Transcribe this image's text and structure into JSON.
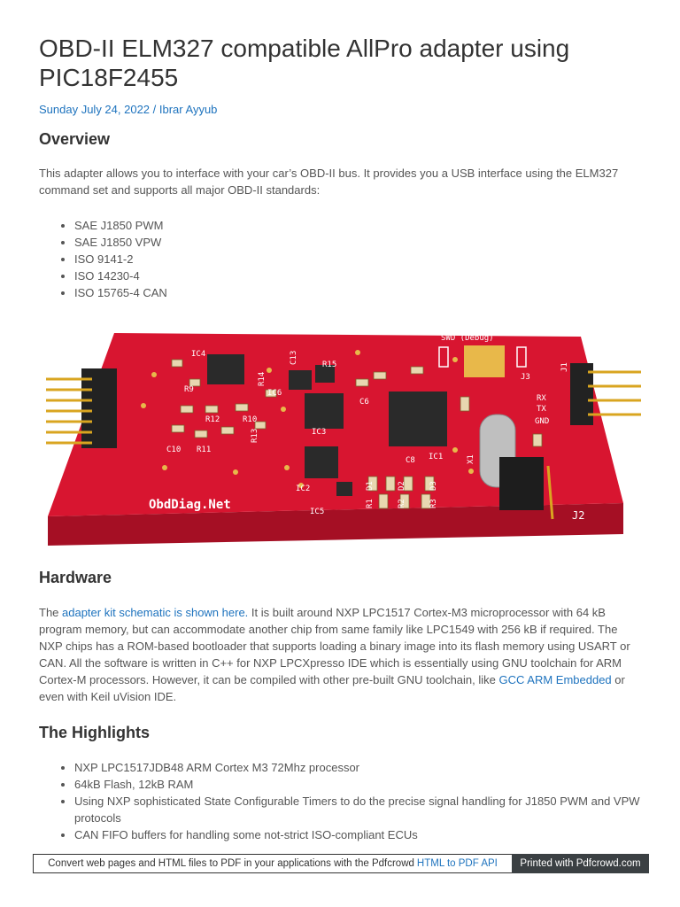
{
  "article": {
    "title": "OBD-II ELM327 compatible AllPro adapter using PIC18F2455",
    "date": "Sunday July 24, 2022",
    "separator": " / ",
    "author": "Ibrar Ayyub"
  },
  "overview": {
    "heading": "Overview",
    "paragraph": "This adapter allows you to interface with your car’s OBD-II bus. It provides you a USB interface using the ELM327 command set and supports all major OBD-II standards:",
    "standards": [
      "SAE J1850 PWM",
      "SAE J1850 VPW",
      "ISO 9141-2",
      "ISO 14230-4",
      "ISO 15765-4 CAN"
    ]
  },
  "board_image": {
    "brand": "ObdDiag.Net",
    "labels": {
      "swd": "SWD (Debug)",
      "j1": "J1",
      "j2": "J2",
      "j3": "J3",
      "rx": "RX",
      "tx": "TX",
      "gnd": "GND",
      "ic1": "IC1",
      "ic2": "IC2",
      "ic3": "IC3",
      "ic4": "IC4",
      "ic5": "IC5",
      "ic6": "IC6",
      "c8": "C8",
      "c10": "C10",
      "r11": "R11",
      "r12": "R12",
      "r10": "R10",
      "r9": "R9",
      "r15": "R15",
      "r14": "R14",
      "r13": "R13",
      "x1": "X1",
      "d1": "D1",
      "d2": "D2",
      "d3": "D3",
      "r1": "R1",
      "r2": "R2",
      "r3": "R3",
      "c6": "C6",
      "c13": "C13"
    },
    "colors": {
      "pcb": "#d81530",
      "pcb_edge": "#a50f24",
      "silkscreen": "#ffffff",
      "pad": "#e8b84a",
      "chip": "#2a2a2a"
    }
  },
  "hardware": {
    "heading": "Hardware",
    "p_before": "The ",
    "link1": "adapter kit schematic is shown here.",
    "p_middle": " It is built around NXP LPC1517 Cortex-M3 microprocessor with 64 kB program memory, but can accommodate another chip from same family like LPC1549 with 256 kB if required. The NXP chips has a ROM-based bootloader that supports loading a binary image into its flash memory using USART or CAN. All the software is written in C++ for NXP LPCXpresso IDE which is essentially using GNU toolchain for ARM Cortex-M processors. However, it can be compiled with other pre-built GNU toolchain, like ",
    "link2": "GCC ARM Embedded",
    "p_after": " or even with Keil uVision IDE."
  },
  "highlights": {
    "heading": "The Highlights",
    "items": [
      "NXP LPC1517JDB48 ARM Cortex M3 72Mhz processor",
      "64kB Flash, 12kB RAM",
      "Using NXP sophisticated State Configurable Timers to do the precise signal handling for J1850 PWM and VPW protocols",
      "CAN FIFO buffers for handling some not-strict ISO-compliant ECUs"
    ]
  },
  "footer": {
    "left_text": "Convert web pages and HTML files to PDF in your applications with the Pdfcrowd",
    "left_link": "HTML to PDF API",
    "right_text": "Printed with Pdfcrowd.com"
  }
}
